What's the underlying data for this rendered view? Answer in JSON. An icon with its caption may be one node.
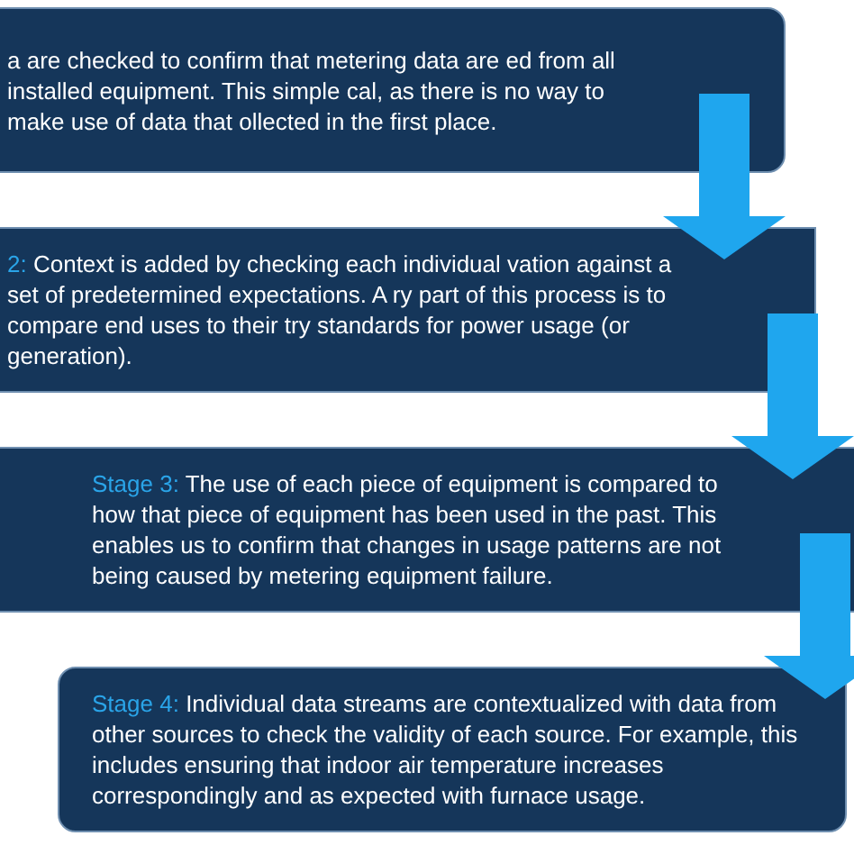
{
  "diagram": {
    "nodes": [
      {
        "text": [
          "a are checked to confirm that metering data are ed from all installed equipment. This simple cal, as there is no way to make use of data that ollected in the first place."
        ]
      },
      {
        "text": [
          "2:",
          "Context is added by checking each individual vation against a set of predetermined expectations. A ry part of this process is to compare end uses to their try standards for power usage (or generation)."
        ]
      },
      {
        "text": [
          "Stage 3:",
          "The use of each piece of equipment is compared to how that piece of equipment has been used in the past. This enables us to confirm that changes in usage patterns are not being caused by metering equipment failure."
        ]
      },
      {
        "text": [
          "Stage 4:",
          "Individual data streams are contextualized with data from other sources to check the validity of each source. For example, this includes ensuring that indoor air temperature increases correspondingly and as expected with furnace usage."
        ]
      }
    ],
    "edges": [
      {
        "from": 0,
        "to": 1,
        "arrow": "to"
      },
      {
        "from": 1,
        "to": 2,
        "arrow": "to"
      },
      {
        "from": 2,
        "to": 3,
        "arrow": "to"
      }
    ]
  }
}
